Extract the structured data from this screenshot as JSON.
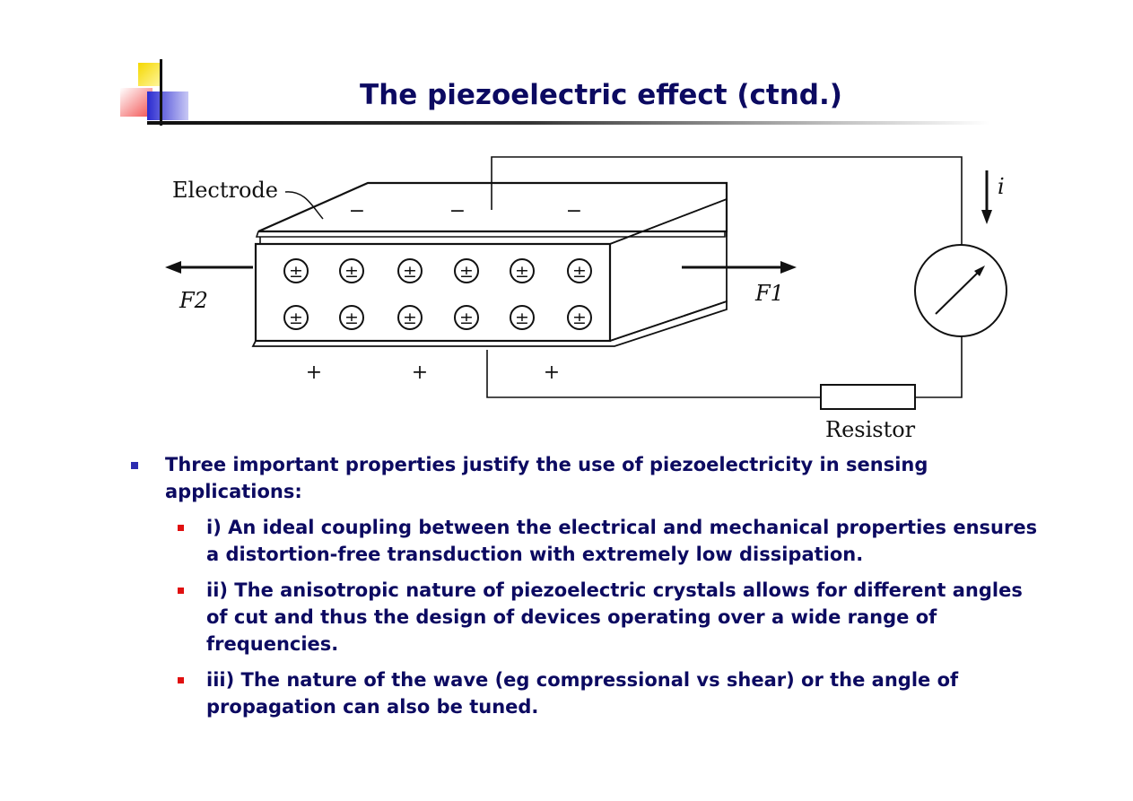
{
  "slide": {
    "title": "The piezoelectric effect (ctnd.)"
  },
  "diagram": {
    "electrode_label": "Electrode",
    "charge_symbol": "±",
    "minus": "−",
    "plus": "+",
    "force_left": "F2",
    "force_right": "F1",
    "current_label": "i",
    "resistor_label": "Resistor"
  },
  "content": {
    "intro": "Three important properties justify the use of piezoelectricity in sensing applications:",
    "points": [
      "i) An ideal coupling between the electrical and mechanical properties ensures a distortion-free transduction with extremely low dissipation.",
      "ii) The anisotropic nature of piezoelectric crystals allows for different angles of cut and thus the design of devices operating over a wide range of frequencies.",
      "iii) The nature of the wave (eg compressional vs shear) or the angle of propagation can also be tuned."
    ]
  },
  "colors": {
    "title": "#0c0a61",
    "text": "#0c0a61",
    "bullet_main": "#2c2cb0",
    "bullet_sub": "#e01010",
    "logo_yellow": "#f5d800",
    "logo_blue": "#2a2ad0",
    "logo_red": "#f25050"
  }
}
